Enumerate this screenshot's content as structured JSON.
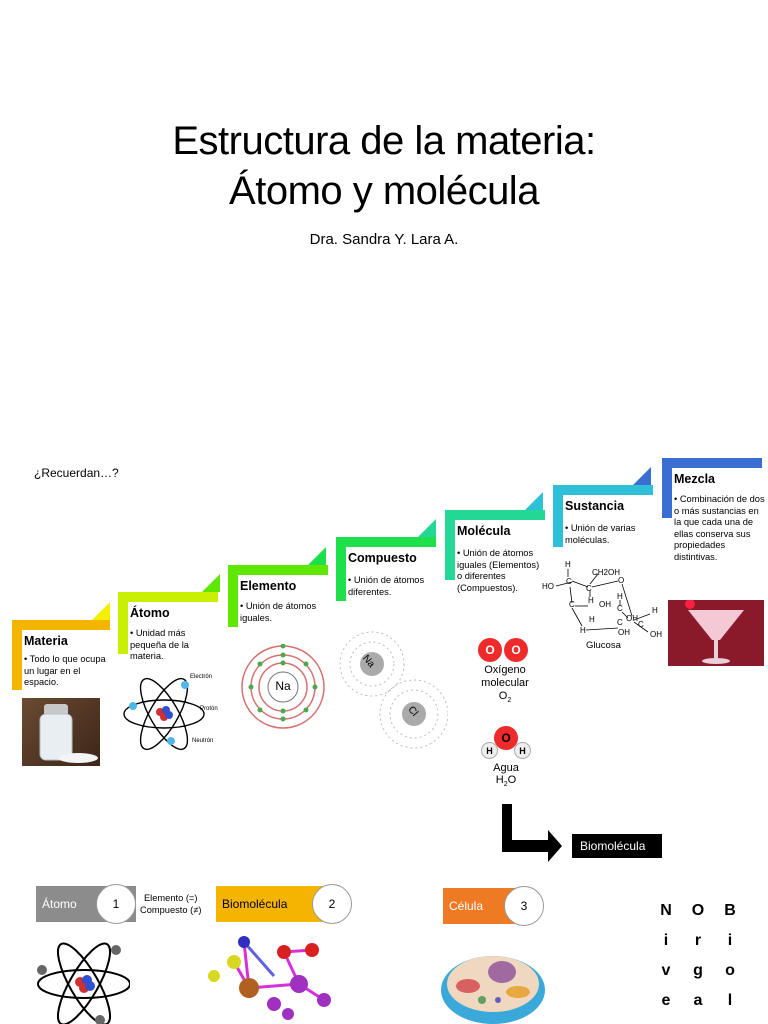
{
  "slide1": {
    "title_line1": "Estructura de la materia:",
    "title_line2": "Átomo y molécula",
    "author": "Dra. Sandra Y. Lara A."
  },
  "slide2": {
    "intro": "¿Recuerdan…?",
    "steps": [
      {
        "head": "Materia",
        "text": "Todo lo que ocupa un lugar en el espacio.",
        "color": "#f5b400"
      },
      {
        "head": "Átomo",
        "text": "Unidad más pequeña de la materia.",
        "color": "#c8f000"
      },
      {
        "head": "Elemento",
        "text": "Unión de átomos iguales.",
        "color": "#5ee800"
      },
      {
        "head": "Compuesto",
        "text": "Unión de átomos diferentes.",
        "color": "#1ee04a"
      },
      {
        "head": "Molécula",
        "text": "Unión de átomos iguales (Elementos) o diferentes (Compuestos).",
        "color": "#22d894"
      },
      {
        "head": "Sustancia",
        "text": "Unión de varias moléculas.",
        "color": "#2ec0d6"
      },
      {
        "head": "Mezcla",
        "text": "Combinación de dos o más sustancias en la que cada una de ellas conserva sus propiedades distintivas.",
        "color": "#3a6ed0"
      }
    ],
    "atom_labels": {
      "electron": "Electrón",
      "proton": "Protón",
      "neutron": "Neutrón"
    },
    "element_symbol": "Na",
    "compound_symbols": [
      "Na",
      "Cl"
    ],
    "glucose": {
      "label": "Glucosa",
      "atoms": [
        "H",
        "C",
        "CH2OH",
        "O",
        "HO",
        "C",
        "H",
        "C",
        "OH",
        "H",
        "C",
        "OH",
        "H",
        "C",
        "H",
        "OH",
        "H",
        "C",
        "OH",
        "H",
        "OH"
      ]
    },
    "oxygen": {
      "atom1": "O",
      "atom2": "O",
      "label1": "Oxígeno",
      "label2": "molecular",
      "formula_main": "O",
      "formula_sub": "2"
    },
    "water": {
      "o": "O",
      "h1": "H",
      "h2": "H",
      "label": "Agua",
      "formula_h": "H",
      "formula_sub": "2",
      "formula_o": "O"
    },
    "arrow_target": "Biomolécula",
    "levels": [
      {
        "label": "Átomo",
        "num": "1",
        "color": "#8c8c8c"
      },
      {
        "label": "Biomolécula",
        "num": "2",
        "color": "#f5b400"
      },
      {
        "label": "Célula",
        "num": "3",
        "color": "#ee7a24"
      }
    ],
    "element_note1": "Elemento (=)",
    "element_note2": "Compuesto (≠)",
    "vertical_col1": [
      "N",
      "i",
      "v",
      "e"
    ],
    "vertical_col2": [
      "O",
      "r",
      "g",
      "a"
    ],
    "vertical_col3": [
      "B",
      "i",
      "o",
      "l"
    ]
  }
}
